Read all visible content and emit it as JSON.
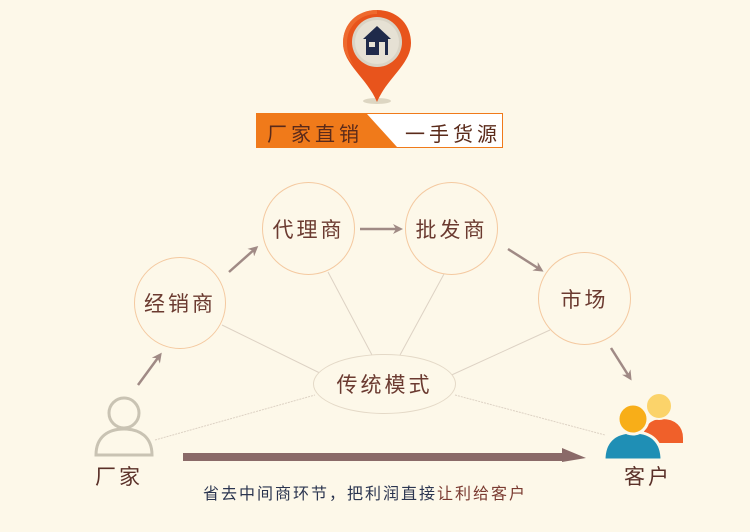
{
  "header": {
    "pin_icon": "house-map-pin-icon",
    "banner": {
      "left_text": "厂家直销",
      "right_text": "一手货源"
    }
  },
  "diagram": {
    "nodes": [
      {
        "id": "jingxiaoshang",
        "label": "经销商"
      },
      {
        "id": "dailishang",
        "label": "代理商"
      },
      {
        "id": "pifashang",
        "label": "批发商"
      },
      {
        "id": "shichang",
        "label": "市场"
      }
    ],
    "center": {
      "label": "传统模式"
    },
    "source": {
      "label": "厂家",
      "icon": "person-outline-icon"
    },
    "target": {
      "label": "客户",
      "icon": "users-group-icon"
    },
    "direct_caption": {
      "part1": "省去中间商环节，把利润直接",
      "part2": "让利给客户"
    }
  },
  "colors": {
    "background": "#fdf8e9",
    "accent_orange": "#f07a1a",
    "node_border": "#f4c9a0",
    "arrow": "#9e8580",
    "direct_arrow": "#8a6a68",
    "text_brown": "#6b3a30",
    "caption_navy": "#2b3550",
    "caption_red": "#7a3a30"
  }
}
